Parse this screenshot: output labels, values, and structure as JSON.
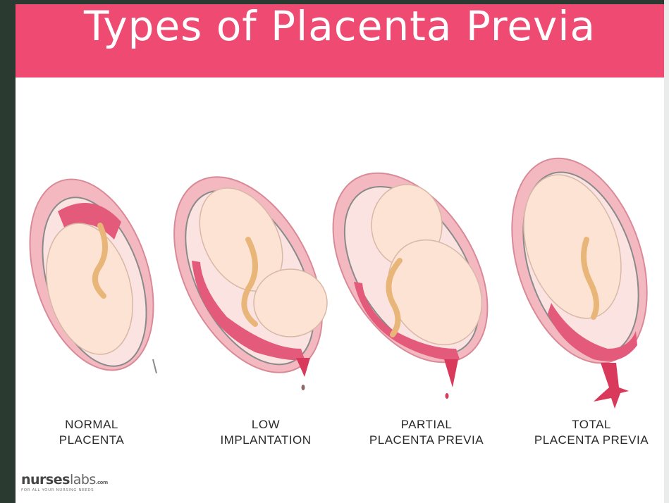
{
  "title": "Types of Placenta Previa",
  "colors": {
    "banner": "#ee4a72",
    "uterus": "#f4b8c0",
    "placenta": "#e35a7a",
    "fetus": "#fde3d3",
    "cord": "#e9b679",
    "blood": "#d93a5c"
  },
  "panels": [
    {
      "line1": "NORMAL",
      "line2": "PLACENTA"
    },
    {
      "line1": "LOW",
      "line2": "IMPLANTATION"
    },
    {
      "line1": "PARTIAL",
      "line2": "PLACENTA PREVIA"
    },
    {
      "line1": "TOTAL",
      "line2": "PLACENTA PREVIA"
    }
  ],
  "logo": {
    "brand_bold": "nurses",
    "brand_light": "labs",
    "domain": ".com",
    "tagline": "FOR ALL YOUR NURSING NEEDS"
  }
}
